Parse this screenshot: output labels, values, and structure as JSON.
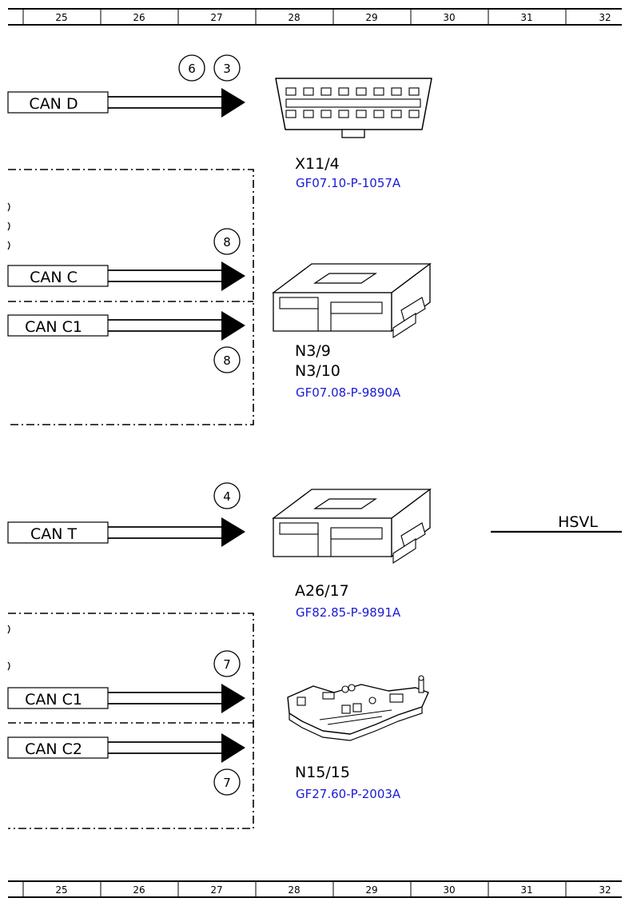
{
  "ruler": {
    "columns": [
      "25",
      "26",
      "27",
      "28",
      "29",
      "30",
      "31",
      "32"
    ]
  },
  "buses": {
    "can_d": "CAN D",
    "can_c": "CAN C",
    "can_c1_a": "CAN C1",
    "can_t": "CAN T",
    "can_c1_b": "CAN C1",
    "can_c2": "CAN C2"
  },
  "badges": {
    "b6": "6",
    "b3": "3",
    "b8a": "8",
    "b8b": "8",
    "b4": "4",
    "b7a": "7",
    "b7b": "7"
  },
  "components": {
    "x11_4": {
      "id": "X11/4",
      "ref": "GF07.10-P-1057A"
    },
    "n3": {
      "id_a": "N3/9",
      "id_b": "N3/10",
      "ref": "GF07.08-P-9890A"
    },
    "a26_17": {
      "id": "A26/17",
      "ref": "GF82.85-P-9891A"
    },
    "n15_15": {
      "id": "N15/15",
      "ref": "GF27.60-P-2003A"
    }
  },
  "hsvl": "HSVL"
}
